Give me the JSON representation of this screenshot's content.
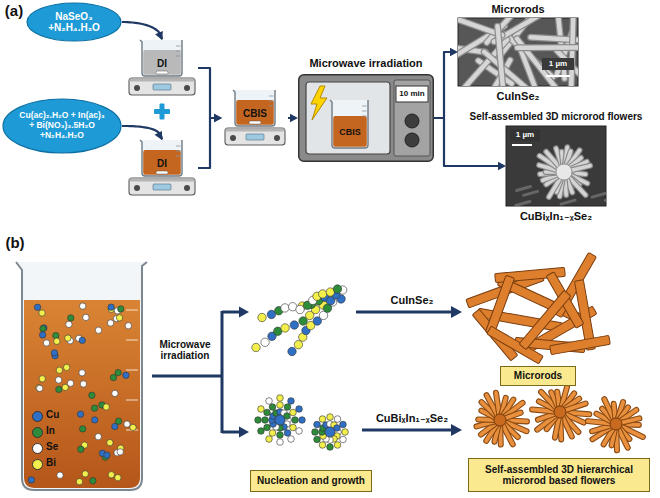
{
  "diagram": {
    "nodes": [
      {
        "text": [
          "NaSeO₃ +N₂H₄.H₂O"
        ]
      },
      {
        "text": [
          "DI"
        ]
      },
      {
        "text": [
          "Cu(ac)₂.H₂O + In(ac)₃ + Bi(NO₃)₃.5H₂O +N₂H₄.H₂O"
        ]
      },
      {
        "text": [
          "DI"
        ]
      },
      {
        "text": [
          "CBIS"
        ]
      },
      {
        "text": [
          "Microwave irradiation",
          "10 min"
        ]
      },
      {
        "text": [
          "CBIS"
        ],
        "in": 5
      },
      {
        "text": [
          "Microrods",
          "1 µm",
          "CuInSe₂"
        ]
      },
      {
        "text": [
          "Self-assembled 3D microrod flowers",
          "1 µm",
          "CuBiₓIn₁₋ₓSe₂"
        ]
      },
      {
        "text": [
          "Nucleation and growth"
        ]
      },
      {
        "text": [
          "Microrods"
        ]
      },
      {
        "text": [
          "Self-assembled 3D hierarchical microrod based flowers"
        ]
      }
    ],
    "edges": [
      {
        "from": 0,
        "to": 1,
        "arrow": "to"
      },
      {
        "from": 2,
        "to": 3,
        "arrow": "to"
      },
      {
        "from": 1,
        "to": 4,
        "arrow": "to"
      },
      {
        "from": 3,
        "to": 4,
        "arrow": "to"
      },
      {
        "from": 4,
        "to": 5,
        "arrow": "to"
      },
      {
        "from": 5,
        "to": 7,
        "arrow": "to"
      },
      {
        "from": 5,
        "to": 8,
        "arrow": "to"
      }
    ],
    "labels": [
      "(a)",
      "(b)",
      "Microwave irradiation",
      "CuInSe₂",
      "CuBiₓIn₁₋ₓSe₂"
    ],
    "legend": [
      {
        "text": "Cu",
        "color": "#2f6fc4"
      },
      {
        "text": "In",
        "color": "#2e8b3a"
      },
      {
        "text": "Se",
        "color": "#ffffff"
      },
      {
        "text": "Bi",
        "color": "#f2ee4c"
      }
    ]
  }
}
